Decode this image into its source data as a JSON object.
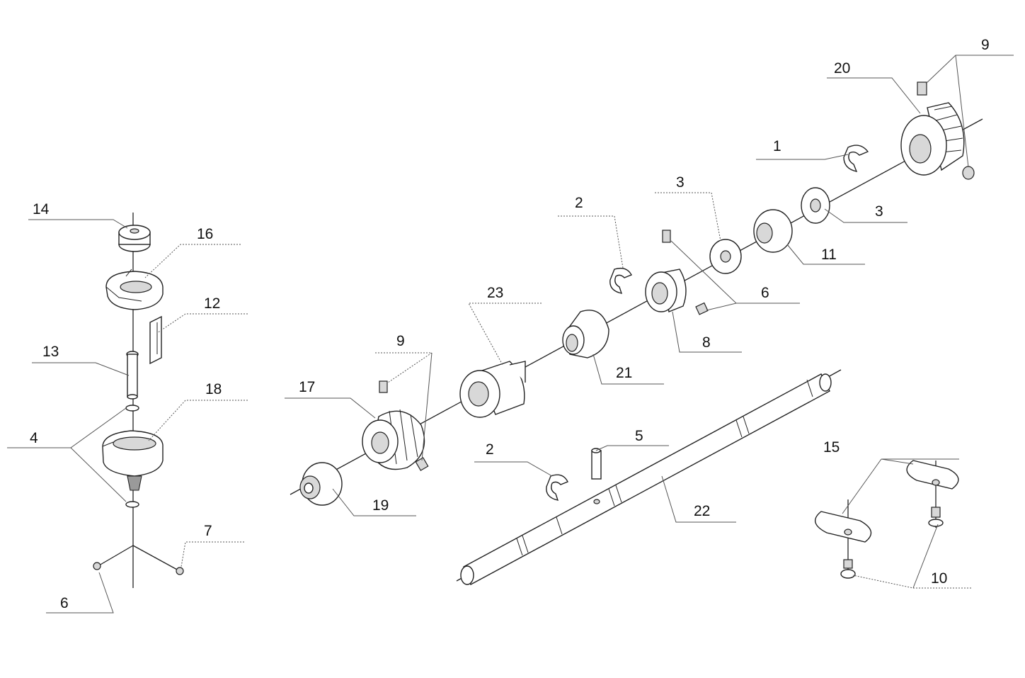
{
  "diagram": {
    "callouts": {
      "c1": "1",
      "c2a": "2",
      "c2b": "2",
      "c3a": "3",
      "c3b": "3",
      "c4": "4",
      "c5": "5",
      "c6a": "6",
      "c6b": "6",
      "c7": "7",
      "c8": "8",
      "c9a": "9",
      "c9b": "9",
      "c10": "10",
      "c11": "11",
      "c12": "12",
      "c13": "13",
      "c14": "14",
      "c15": "15",
      "c16": "16",
      "c17": "17",
      "c18": "18",
      "c19": "19",
      "c20": "20",
      "c21": "21",
      "c22": "22",
      "c23": "23"
    },
    "colors": {
      "line": "#222222",
      "leader": "#555555",
      "shade": "#d8d8d8",
      "background": "#ffffff"
    }
  }
}
